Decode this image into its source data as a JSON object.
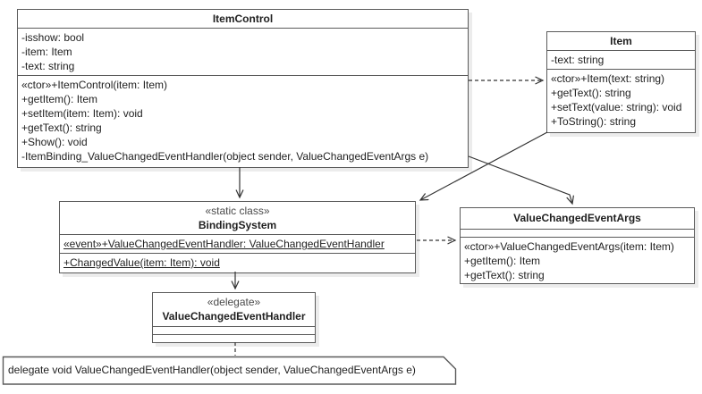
{
  "colors": {
    "border": "#5a5a5a",
    "text": "#1f1f1f",
    "background": "#ffffff",
    "shadow": "#ececec"
  },
  "classes": {
    "item_control": {
      "name": "ItemControl",
      "attributes": [
        "-isshow: bool",
        "-item: Item",
        "-text: string"
      ],
      "methods": [
        "«ctor»+ItemControl(item: Item)",
        "+getItem(): Item",
        "+setItem(item: Item): void",
        "+getText(): string",
        "+Show(): void",
        "-ItemBinding_ValueChangedEventHandler(object sender, ValueChangedEventArgs e)"
      ]
    },
    "item": {
      "name": "Item",
      "attributes": [
        "-text: string"
      ],
      "methods": [
        "«ctor»+Item(text: string)",
        "+getText(): string",
        "+setText(value: string): void",
        "+ToString(): string"
      ]
    },
    "binding_system": {
      "stereotype": "«static class»",
      "name": "BindingSystem",
      "attributes": [
        "«event»+ValueChangedEventHandler: ValueChangedEventHandler"
      ],
      "methods": [
        "+ChangedValue(item: Item): void"
      ]
    },
    "value_changed_event_args": {
      "name": "ValueChangedEventArgs",
      "attributes": [],
      "methods": [
        "«ctor»+ValueChangedEventArgs(item: Item)",
        "+getItem(): Item",
        "+getText(): string"
      ]
    },
    "value_changed_event_handler": {
      "stereotype": "«delegate»",
      "name": "ValueChangedEventHandler",
      "attributes": [],
      "methods": []
    }
  },
  "note": {
    "text": "delegate void ValueChangedEventHandler(object sender, ValueChangedEventArgs e)"
  },
  "relationships": [
    {
      "from": "ItemControl",
      "to": "Item",
      "style": "dashed",
      "kind": "dependency"
    },
    {
      "from": "ItemControl",
      "to": "BindingSystem",
      "style": "solid",
      "kind": "association"
    },
    {
      "from": "Item",
      "to": "BindingSystem",
      "style": "solid",
      "kind": "association"
    },
    {
      "from": "ItemControl",
      "to": "ValueChangedEventArgs",
      "style": "solid",
      "kind": "association"
    },
    {
      "from": "BindingSystem",
      "to": "ValueChangedEventArgs",
      "style": "dashed",
      "kind": "dependency"
    },
    {
      "from": "BindingSystem",
      "to": "ValueChangedEventHandler",
      "style": "solid",
      "kind": "association"
    },
    {
      "from": "ValueChangedEventHandler",
      "to": "note",
      "style": "dashed",
      "kind": "note-anchor"
    }
  ]
}
